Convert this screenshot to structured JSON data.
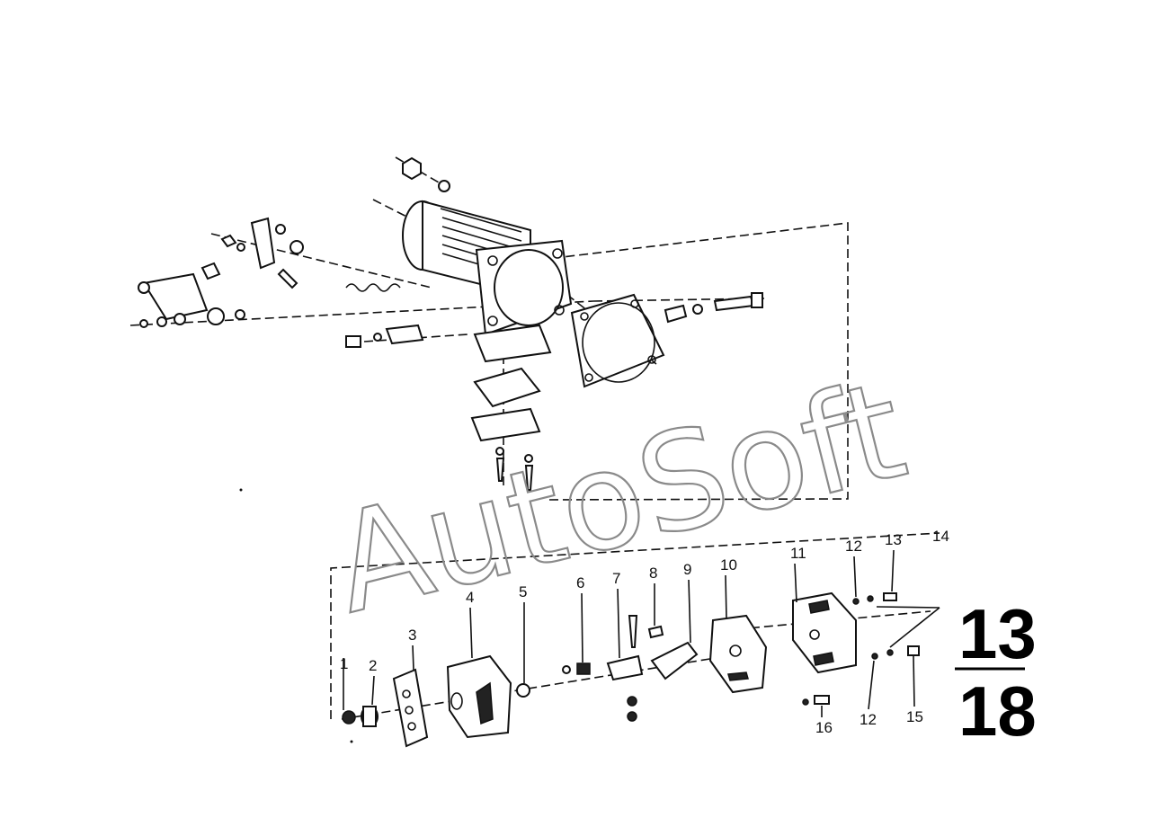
{
  "watermark": "AutoSoft",
  "section_number": {
    "top": "13",
    "bottom": "18"
  },
  "callouts": [
    "1",
    "2",
    "3",
    "4",
    "5",
    "6",
    "7",
    "8",
    "9",
    "10",
    "11",
    "12",
    "13",
    "14",
    "12",
    "15",
    "16"
  ],
  "colors": {
    "ink": "#111111",
    "watermark": "#8a8a8a",
    "paper": "#ffffff"
  }
}
